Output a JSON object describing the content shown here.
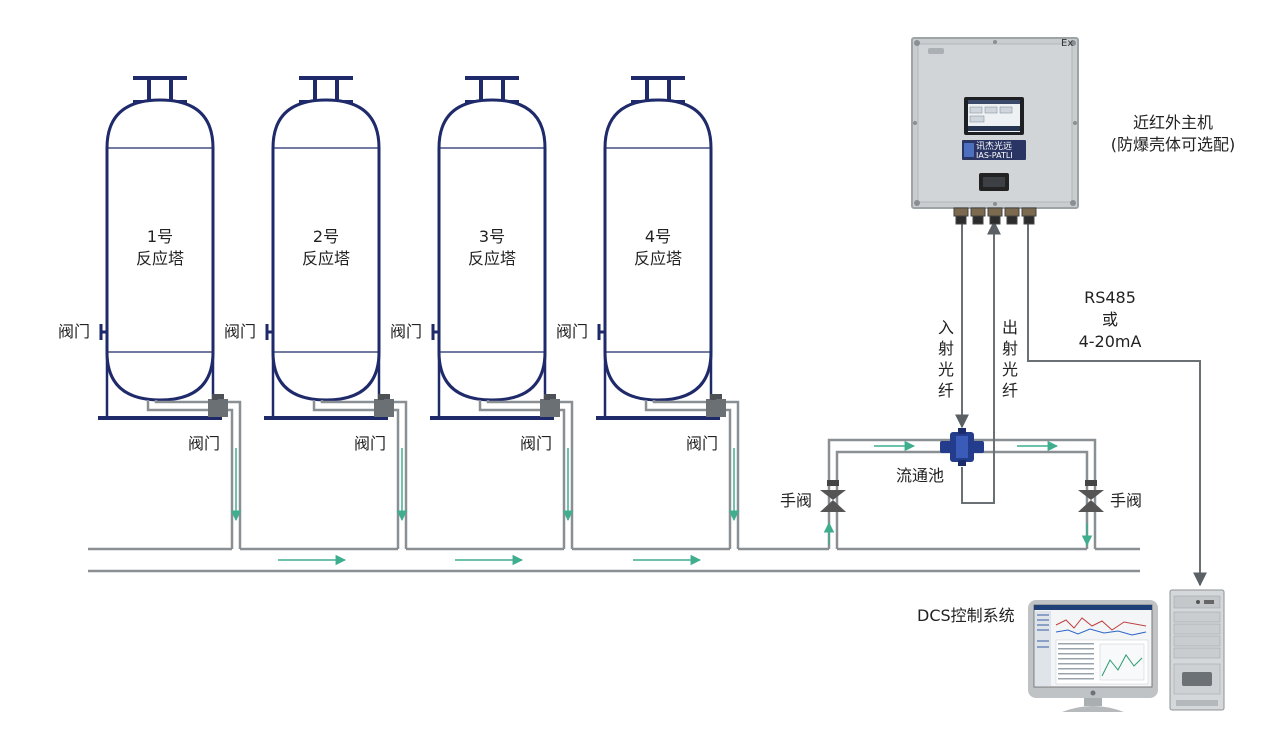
{
  "towers": [
    {
      "num_label": "1号",
      "name_label": "反应塔",
      "side_valve_label": "阀门",
      "bottom_valve_label": "阀门"
    },
    {
      "num_label": "2号",
      "name_label": "反应塔",
      "side_valve_label": "阀门",
      "bottom_valve_label": "阀门"
    },
    {
      "num_label": "3号",
      "name_label": "反应塔",
      "side_valve_label": "阀门",
      "bottom_valve_label": "阀门"
    },
    {
      "num_label": "4号",
      "name_label": "反应塔",
      "side_valve_label": "阀门",
      "bottom_valve_label": "阀门"
    }
  ],
  "analyzer": {
    "title_line1": "近红外主机",
    "title_line2": "(防爆壳体可选配)",
    "ex_mark": "Ex",
    "brand_cn": "讯杰光远",
    "brand_en": "IAS-PATLI"
  },
  "fibers": {
    "in_label": "入射光纤",
    "out_label": "出射光纤"
  },
  "signal": {
    "line1": "RS485",
    "line2": "或",
    "line3": "4-20mA"
  },
  "flow_cell": {
    "label": "流通池"
  },
  "manual_valves": {
    "left_label": "手阀",
    "right_label": "手阀"
  },
  "dcs": {
    "label": "DCS控制系统"
  },
  "colors": {
    "tower_stroke": "#1f2a6b",
    "pipe": "#8a8f93",
    "arrow": "#3fae8f",
    "flow_cell": "#233c8c",
    "cabinet": "#c9cdcf"
  }
}
